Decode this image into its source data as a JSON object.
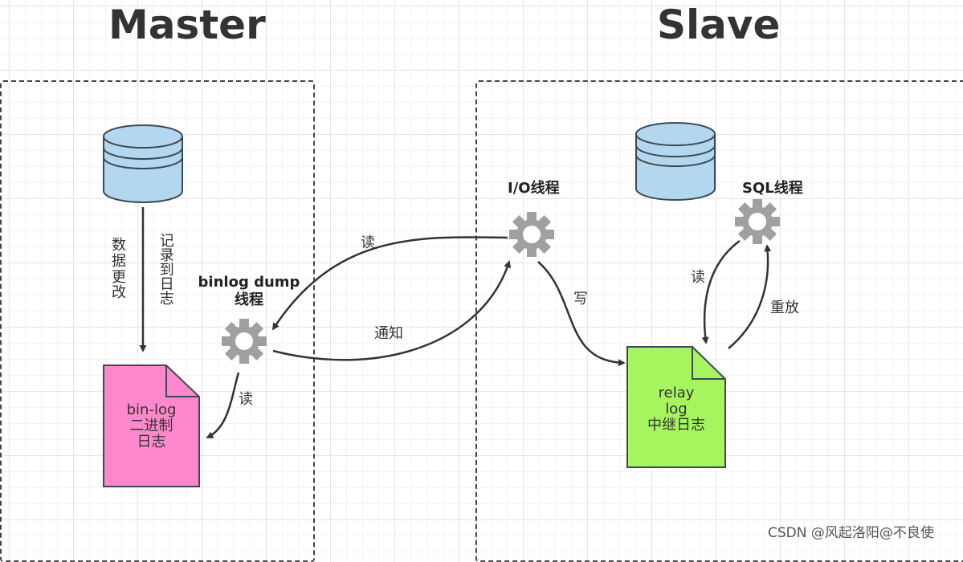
{
  "master": {
    "title": "Master"
  },
  "slave": {
    "title": "Slave"
  },
  "labels": {
    "data_change": "数据更改",
    "record_to_log": "记录到日志",
    "binlog_dump_thread": "binlog dump\n线程",
    "binlog_read": "读",
    "io_thread": "I/O线程",
    "sql_thread": "SQL线程",
    "read_from_dump": "读",
    "notify": "通知",
    "write": "写",
    "sql_read": "读",
    "replay": "重放"
  },
  "binlog_doc": {
    "text": "bin-log\n二进制\n日志",
    "color": "#ff88cc"
  },
  "relay_doc": {
    "text": "relay\nlog\n中继日志",
    "color": "#a6f55f"
  },
  "colors": {
    "database": "#b4d7f0",
    "gear": "#a0a0a0",
    "arrow": "#333333"
  },
  "watermark": "CSDN @风起洛阳@不良使"
}
